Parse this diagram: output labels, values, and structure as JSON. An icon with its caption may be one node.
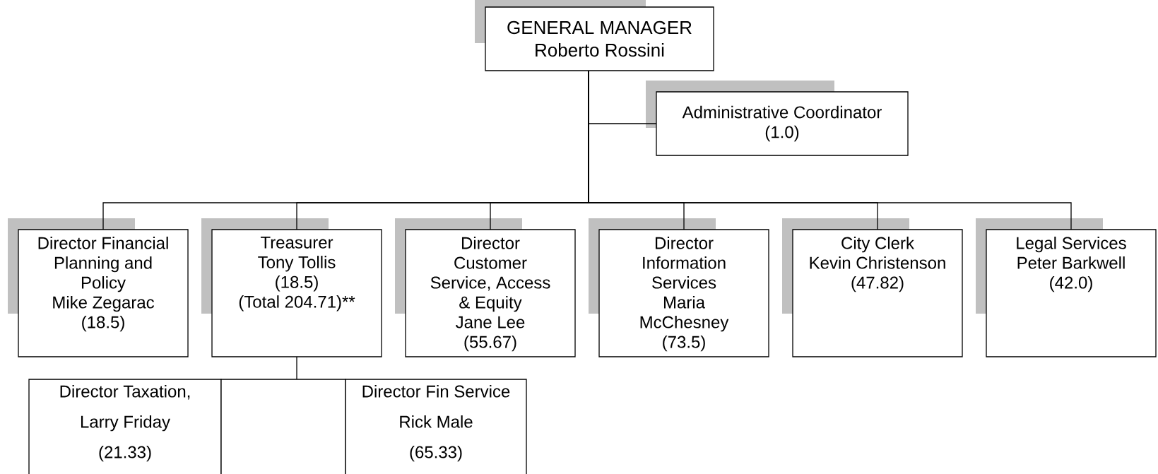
{
  "diagram": {
    "nodes": [
      {
        "text": [
          "GENERAL MANAGER",
          "Roberto Rossini"
        ]
      },
      {
        "text": [
          "Administrative Coordinator",
          "(1.0)"
        ]
      },
      {
        "text": [
          "Director Financial Planning and Policy",
          "Mike Zegarac",
          "(18.5)"
        ]
      },
      {
        "text": [
          "Treasurer",
          "Tony Tollis",
          "(18.5)",
          "(Total 204.71)**"
        ]
      },
      {
        "text": [
          "Director Customer Service, Access & Equity",
          "Jane Lee",
          "(55.67)"
        ]
      },
      {
        "text": [
          "Director Information Services",
          "Maria McChesney",
          "(73.5)"
        ]
      },
      {
        "text": [
          "City Clerk",
          "Kevin Christenson",
          "(47.82)"
        ]
      },
      {
        "text": [
          "Legal Services",
          "Peter Barkwell",
          "(42.0)"
        ]
      },
      {
        "text": [
          "Director Taxation,",
          "Larry Friday",
          "(21.33)"
        ]
      },
      {
        "text": [],
        "shape": "box"
      },
      {
        "text": [
          "Director Fin Service",
          "Rick Male",
          "(65.33)"
        ]
      }
    ],
    "edges": [
      {
        "from": 0,
        "to": 1,
        "arrow": "none"
      },
      {
        "from": 0,
        "to": 2,
        "arrow": "none"
      },
      {
        "from": 0,
        "to": 3,
        "arrow": "none"
      },
      {
        "from": 0,
        "to": 4,
        "arrow": "none"
      },
      {
        "from": 0,
        "to": 5,
        "arrow": "none"
      },
      {
        "from": 0,
        "to": 6,
        "arrow": "none"
      },
      {
        "from": 0,
        "to": 7,
        "arrow": "none"
      },
      {
        "from": 3,
        "to": 9,
        "arrow": "none"
      }
    ]
  }
}
